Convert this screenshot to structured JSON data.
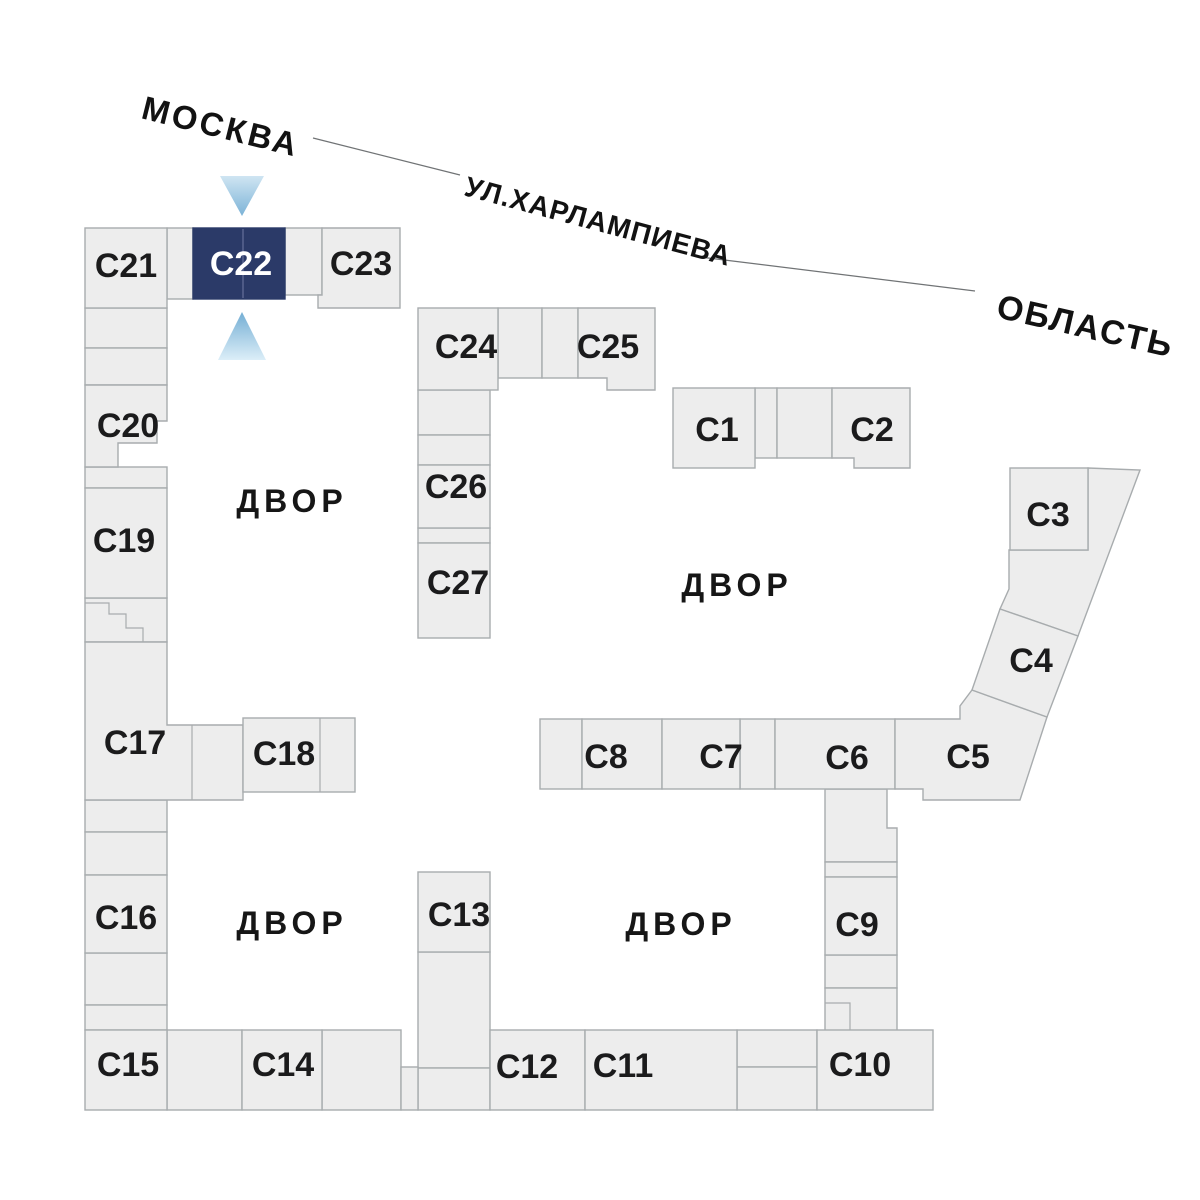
{
  "plan": {
    "selected_building": "С22",
    "street": {
      "name": "УЛ.ХАРЛАМПИЕВА",
      "direction_left": "МОСКВА",
      "direction_right": "ОБЛАСТЬ"
    },
    "courtyards": [
      {
        "label": "ДВОР"
      },
      {
        "label": "ДВОР"
      },
      {
        "label": "ДВОР"
      },
      {
        "label": "ДВОР"
      }
    ],
    "buildings": [
      {
        "id": "C1",
        "label": "С1"
      },
      {
        "id": "C2",
        "label": "С2"
      },
      {
        "id": "C3",
        "label": "С3"
      },
      {
        "id": "C4",
        "label": "С4"
      },
      {
        "id": "C5",
        "label": "С5"
      },
      {
        "id": "C6",
        "label": "С6"
      },
      {
        "id": "C7",
        "label": "С7"
      },
      {
        "id": "C8",
        "label": "С8"
      },
      {
        "id": "C9",
        "label": "С9"
      },
      {
        "id": "C10",
        "label": "С10"
      },
      {
        "id": "C11",
        "label": "С11"
      },
      {
        "id": "C12",
        "label": "С12"
      },
      {
        "id": "C13",
        "label": "С13"
      },
      {
        "id": "C14",
        "label": "С14"
      },
      {
        "id": "C15",
        "label": "С15"
      },
      {
        "id": "C16",
        "label": "С16"
      },
      {
        "id": "C17",
        "label": "С17"
      },
      {
        "id": "C18",
        "label": "С18"
      },
      {
        "id": "C19",
        "label": "С19"
      },
      {
        "id": "C20",
        "label": "С20"
      },
      {
        "id": "C21",
        "label": "С21"
      },
      {
        "id": "C22",
        "label": "С22"
      },
      {
        "id": "C23",
        "label": "С23"
      },
      {
        "id": "C24",
        "label": "С24"
      },
      {
        "id": "C25",
        "label": "С25"
      },
      {
        "id": "C26",
        "label": "С26"
      },
      {
        "id": "C27",
        "label": "С27"
      }
    ],
    "colors": {
      "selected_fill": "#2b3a68",
      "selected_text": "#ffffff",
      "building_fill": "#ededed",
      "building_outline": "#a8acae",
      "label_text": "#1b1b1c",
      "arrow_light": "#cfe5f2",
      "arrow_dark": "#7cb3d7"
    }
  }
}
